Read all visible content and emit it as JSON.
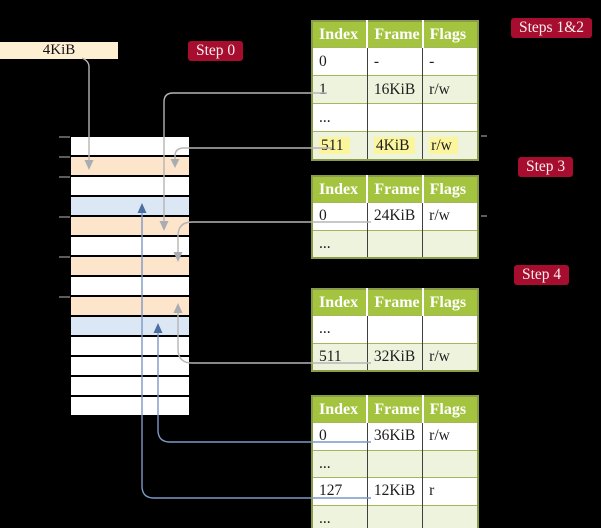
{
  "free_frame_box": {
    "label": "4KiB"
  },
  "badges": [
    {
      "id": "step0",
      "label": "Step 0"
    },
    {
      "id": "steps12",
      "label": "Steps 1&2"
    },
    {
      "id": "step3",
      "label": "Step 3"
    },
    {
      "id": "step4",
      "label": "Step 4"
    }
  ],
  "memory_strip": {
    "rows": [
      "white",
      "orange",
      "white",
      "blue",
      "orange",
      "white",
      "orange",
      "white",
      "orange",
      "blue",
      "white",
      "white",
      "white",
      "white"
    ]
  },
  "tables": [
    {
      "name": "page-table-steps-1-2",
      "headers": [
        "Index",
        "Frame",
        "Flags"
      ],
      "rows": [
        {
          "cells": [
            "0",
            "-",
            "-"
          ],
          "shaded": false,
          "highlight": false
        },
        {
          "cells": [
            "1",
            "16KiB",
            "r/w"
          ],
          "shaded": true,
          "highlight": false
        },
        {
          "cells": [
            "...",
            "",
            ""
          ],
          "shaded": false,
          "highlight": false
        },
        {
          "cells": [
            "511",
            "4KiB",
            "r/w"
          ],
          "shaded": true,
          "highlight": true
        }
      ]
    },
    {
      "name": "page-table-step-3",
      "headers": [
        "Index",
        "Frame",
        "Flags"
      ],
      "rows": [
        {
          "cells": [
            "0",
            "24KiB",
            "r/w"
          ],
          "shaded": false,
          "highlight": false
        },
        {
          "cells": [
            "...",
            "",
            ""
          ],
          "shaded": true,
          "highlight": false
        }
      ]
    },
    {
      "name": "page-table-step-4",
      "headers": [
        "Index",
        "Frame",
        "Flags"
      ],
      "rows": [
        {
          "cells": [
            "...",
            "",
            ""
          ],
          "shaded": false,
          "highlight": false
        },
        {
          "cells": [
            "511",
            "32KiB",
            "r/w"
          ],
          "shaded": true,
          "highlight": false
        }
      ]
    },
    {
      "name": "page-table-bottom",
      "headers": [
        "Index",
        "Frame",
        "Flags"
      ],
      "rows": [
        {
          "cells": [
            "0",
            "36KiB",
            "r/w"
          ],
          "shaded": false,
          "highlight": false
        },
        {
          "cells": [
            "...",
            "",
            ""
          ],
          "shaded": true,
          "highlight": false
        },
        {
          "cells": [
            "127",
            "12KiB",
            "r"
          ],
          "shaded": false,
          "highlight": false
        },
        {
          "cells": [
            "...",
            "",
            ""
          ],
          "shaded": true,
          "highlight": false
        }
      ]
    }
  ],
  "connectors": [
    {
      "from": "free-frame-box",
      "to": "memory-row-2",
      "color": "gray"
    },
    {
      "from": "table1-row-1",
      "to": "memory-row-5",
      "color": "gray"
    },
    {
      "from": "table1-row-511",
      "to": "memory-row-2",
      "color": "gray"
    },
    {
      "from": "table2-row-0",
      "to": "memory-row-7",
      "color": "gray"
    },
    {
      "from": "table3-row-511",
      "to": "memory-row-9",
      "color": "gray"
    },
    {
      "from": "table4-row-0",
      "to": "memory-row-10",
      "color": "blue"
    },
    {
      "from": "table4-row-127",
      "to": "memory-row-4",
      "color": "blue"
    }
  ],
  "colors": {
    "background": "#000000",
    "badge_red": "#a60d2e",
    "badge_text": "#f7efef",
    "header_green": "#a4c43f",
    "row_light_green": "#eef3de",
    "row_orange": "#fde5cb",
    "row_blue": "#dbe7f5",
    "highlight_yellow": "#fbf59e",
    "frame_box_cream": "#fdf0d2",
    "line_gray": "#b5b5b5",
    "line_blue": "#7d98c4",
    "arrow_gray": "#a9adb2",
    "arrow_blue": "#4d6ea2",
    "table_border_olive": "#8a9c4a",
    "cell_divider_dark": "#3f3f3f",
    "row_divider_green": "#a4b75c",
    "tick_gray": "#8e8e8e",
    "text_dark": "#1c1c1c"
  }
}
